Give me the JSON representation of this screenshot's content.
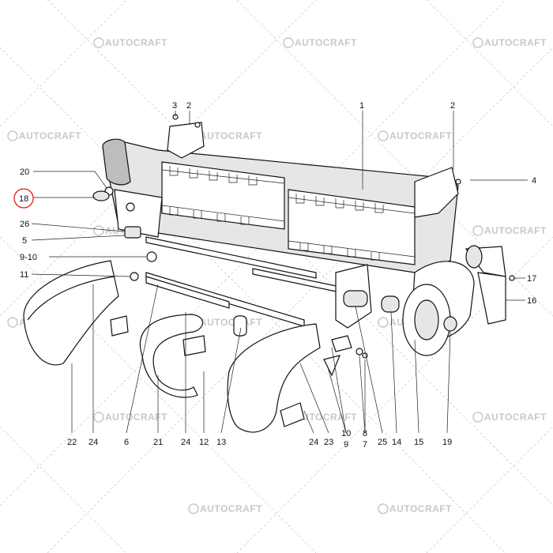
{
  "watermark": {
    "text": "AUTOCRAFT"
  },
  "highlight": {
    "color": "#e02020",
    "part": "18"
  },
  "callouts": {
    "p1": "1",
    "p2a": "2",
    "p2b": "2",
    "p3": "3",
    "p4": "4",
    "p20": "20",
    "p18": "18",
    "p26": "26",
    "p5": "5",
    "p910l": "9-10",
    "p11": "11",
    "p17": "17",
    "p16": "16",
    "b22": "22",
    "b24a": "24",
    "b6": "6",
    "b21": "21",
    "b24b": "24",
    "b12": "12",
    "b13": "13",
    "b24c": "24",
    "b23": "23",
    "b10": "10",
    "b9": "9",
    "b8": "8",
    "b7": "7",
    "b25": "25",
    "b14": "14",
    "b15": "15",
    "b19": "19"
  }
}
